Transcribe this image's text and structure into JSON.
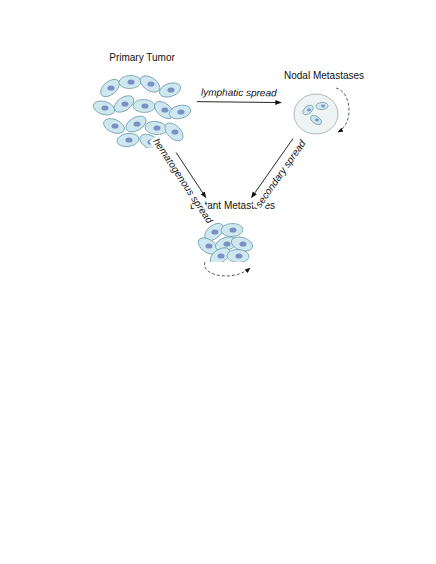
{
  "diagram": {
    "nodes": [
      {
        "text": [
          "Primary Tumor"
        ]
      },
      {
        "text": [
          "Nodal Metastases"
        ]
      },
      {
        "text": [
          "Distant Metastases"
        ]
      }
    ],
    "edges": [
      {
        "from": 0,
        "to": 1,
        "label": "lymphatic spread",
        "arrow": "to"
      },
      {
        "from": 0,
        "to": 2,
        "label": "hematogenous spread",
        "arrow": "to"
      },
      {
        "from": 1,
        "to": 2,
        "label": "secondary spread",
        "arrow": "to"
      }
    ]
  }
}
